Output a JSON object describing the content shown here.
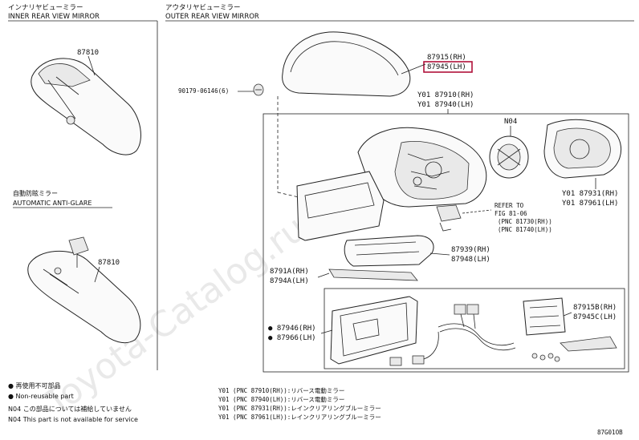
{
  "sections": {
    "inner": {
      "jp": "インナリヤビューミラー",
      "en": "INNER REAR VIEW MIRROR"
    },
    "outer": {
      "jp": "アウタリヤビューミラー",
      "en": "OUTER REAR VIEW MIRROR"
    }
  },
  "inner_parts": {
    "mirror_top": "87810",
    "mirror_bottom": "87810",
    "anti_glare_jp": "自動防眩ミラー",
    "anti_glare_en": "AUTOMATIC ANTI-GLARE"
  },
  "outer_parts": {
    "cover_rh": "87915(RH)",
    "cover_lh": "87945(LH)",
    "screw": "90179-06146(6)",
    "assy_rh": "Y01 87910(RH)",
    "assy_lh": "Y01 87940(LH)",
    "motor": "N04",
    "glass_rh": "Y01 87931(RH)",
    "glass_lh": "Y01 87961(LH)",
    "refer_1": "REFER TO",
    "refer_2": "FIG 81-06",
    "refer_3": "(PNC 81730(RH))",
    "refer_4": "(PNC 81740(LH))",
    "lamp_rh": "87939(RH)",
    "lamp_lh": "87948(LH)",
    "garnish_rh": "8791A(RH)",
    "garnish_lh": "8794A(LH)",
    "housing_rh": "● 87946(RH)",
    "housing_lh": "● 87966(LH)",
    "harness_rh": "87915B(RH)",
    "harness_lh": "87945C(LH)"
  },
  "legend": {
    "nonreuse_jp": "● 再使用不可部品",
    "nonreuse_en": "● Non-reusable part",
    "n04_jp": "N04 この部品については補給していません",
    "n04_en": "N04 This part is not available for service"
  },
  "footnotes": [
    "Y01 (PNC 87910(RH)):リバース電動ミラー",
    "Y01 (PNC 87940(LH)):リバース電動ミラー",
    "Y01 (PNC 87931(RH)):レインクリアリングブルーミラー",
    "Y01 (PNC 87961(LH)):レインクリアリングブルーミラー"
  ],
  "figure_code": "87G01OB",
  "watermark": "Toyota-Catalog.ru",
  "colors": {
    "highlight": "#b0103a",
    "line": "#222222",
    "watermark": "#d8d8d8"
  }
}
